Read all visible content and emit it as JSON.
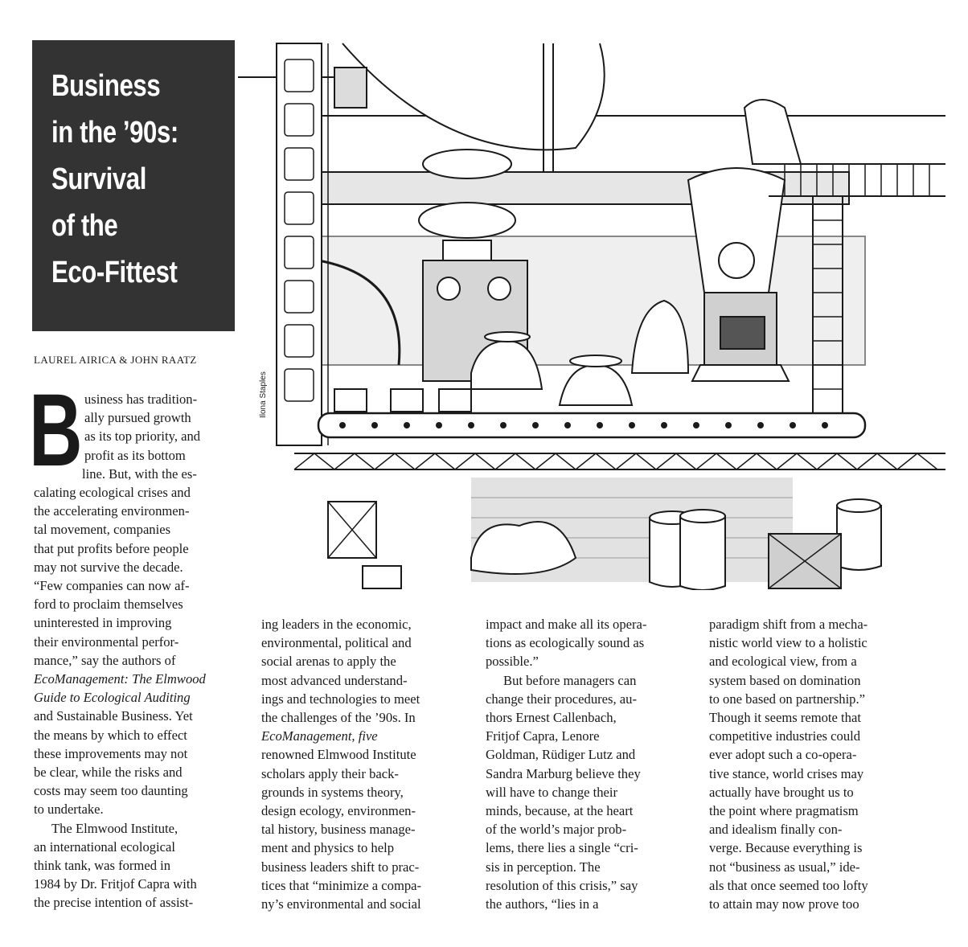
{
  "title": {
    "lines": [
      "Business",
      "in the ’90s:",
      "Survival",
      "of the",
      "Eco-Fittest"
    ]
  },
  "byline": "LAUREL AIRICA & JOHN RAATZ",
  "illustration": {
    "credit": "Ilona Staples"
  },
  "article": {
    "drop_cap": "B",
    "col1_lines": [
      "usiness has tradition-",
      "ally pursued growth",
      "as its top priority, and",
      "profit as its bottom",
      "line. But, with the es-",
      "calating ecological crises and",
      "the accelerating environmen-",
      "tal movement, companies",
      "that put profits before people",
      "may not survive the decade.",
      "“Few companies can now af-",
      "ford to proclaim themselves",
      "uninterested in improving",
      "their environmental perfor-",
      "mance,” say the authors of",
      "EcoManagement: The Elmwood",
      "Guide to Ecological Auditing",
      "and Sustainable Business. Yet",
      "the means by which to effect",
      "these improvements may not",
      "be clear, while the risks and",
      "costs may seem too daunting",
      "to undertake.",
      "The Elmwood Institute,",
      "an international ecological",
      "think tank, was formed in",
      "1984 by Dr. Fritjof Capra with",
      "the precise intention of assist-"
    ],
    "col2_lines": [
      "ing leaders in the economic,",
      "environmental, political and",
      "social arenas to apply the",
      "most advanced understand-",
      "ings and technologies to meet",
      "the challenges of the ’90s. In",
      "EcoManagement, five",
      "renowned Elmwood Institute",
      "scholars apply their back-",
      "grounds in systems theory,",
      "design ecology, environmen-",
      "tal history, business manage-",
      "ment and physics to help",
      "business leaders shift to prac-",
      "tices that “minimize a compa-",
      "ny’s environmental and social"
    ],
    "col3_lines": [
      "impact and make all its opera-",
      "tions as ecologically sound as",
      "possible.”",
      "But before managers can",
      "change their procedures, au-",
      "thors Ernest Callenbach,",
      "Fritjof Capra, Lenore",
      "Goldman, Rüdiger Lutz and",
      "Sandra Marburg believe they",
      "will have to change their",
      "minds, because, at the heart",
      "of the world’s major prob-",
      "lems, there lies a single “cri-",
      "sis in perception. The",
      "resolution of this crisis,” say",
      "the authors, “lies in a"
    ],
    "col4_lines": [
      "paradigm shift from a mecha-",
      "nistic world view to a holistic",
      "and ecological view, from a",
      "system based on domination",
      "to one based on partnership.”",
      "Though it seems remote that",
      "competitive industries could",
      "ever adopt such a co-opera-",
      "tive stance, world crises may",
      "actually have brought us to",
      "the point where pragmatism",
      "and idealism finally con-",
      "verge. Because everything is",
      "not “business as usual,” ide-",
      "als that once seemed too lofty",
      "to attain may now prove too"
    ]
  }
}
